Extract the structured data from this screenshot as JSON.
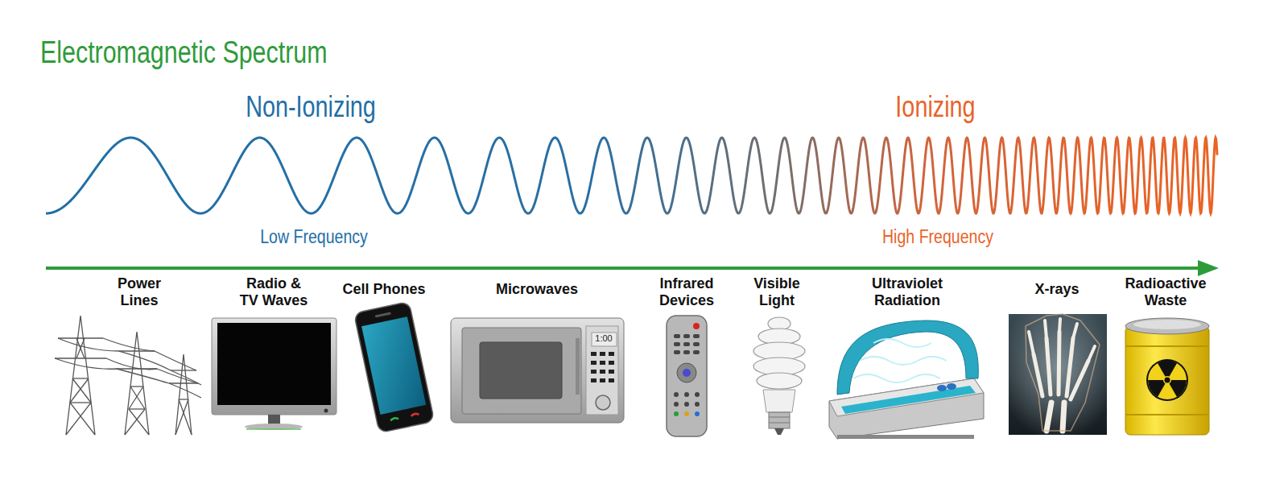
{
  "diagram": {
    "title": "Electromagnetic Spectrum",
    "labels": [
      "Non-Ionizing",
      "Ionizing",
      "Low Frequency",
      "High Frequency",
      "Power Lines",
      "Radio & TV Waves",
      "Cell Phones",
      "Microwaves",
      "1:00",
      "Infrared Devices",
      "Visible Light",
      "Ultraviolet Radiation",
      "X-rays",
      "Radioactive Waste"
    ]
  }
}
